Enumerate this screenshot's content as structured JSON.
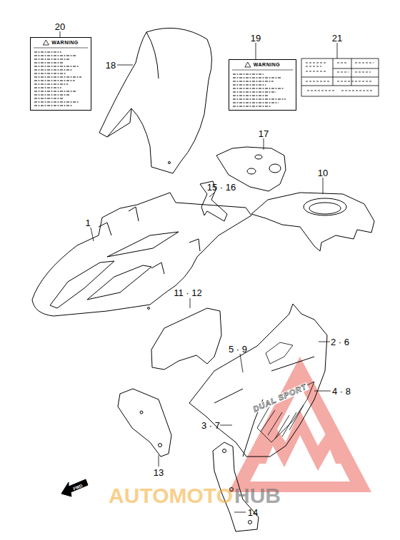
{
  "diagram": {
    "nodes": [
      {
        "text": [
          "WARNING"
        ]
      },
      {
        "text": [
          "WARNING"
        ]
      }
    ],
    "labels": [
      "20",
      "18",
      "19",
      "21",
      "17",
      "15 · 16",
      "10",
      "1",
      "11 · 12",
      "2 · 6",
      "5 · 9",
      "4 · 8",
      "3 · 7",
      "13",
      "14",
      "FWD",
      "DUAL SPORT",
      "AUTOMOTO",
      "HUB"
    ]
  }
}
